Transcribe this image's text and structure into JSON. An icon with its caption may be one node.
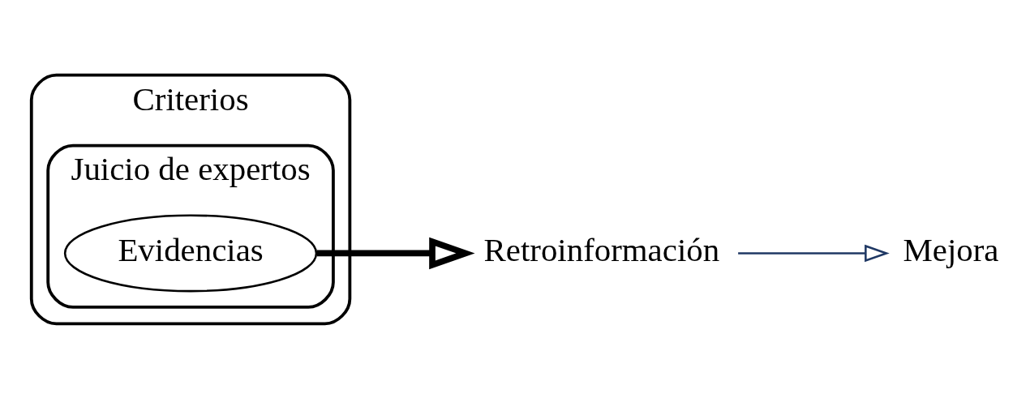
{
  "diagram": {
    "nodes": [
      {
        "text": [
          "Criterios"
        ]
      },
      {
        "text": [
          "Juicio de expertos"
        ],
        "in": 0
      },
      {
        "text": [
          "Evidencias"
        ],
        "in": 1
      },
      {
        "text": [
          "Retroinformación"
        ]
      },
      {
        "text": [
          "Mejora"
        ]
      }
    ],
    "edges": [
      {
        "from": 2,
        "to": 3,
        "arrow": "to",
        "style": "thick"
      },
      {
        "from": 3,
        "to": 4,
        "arrow": "to",
        "color": "#1f3864"
      }
    ]
  }
}
